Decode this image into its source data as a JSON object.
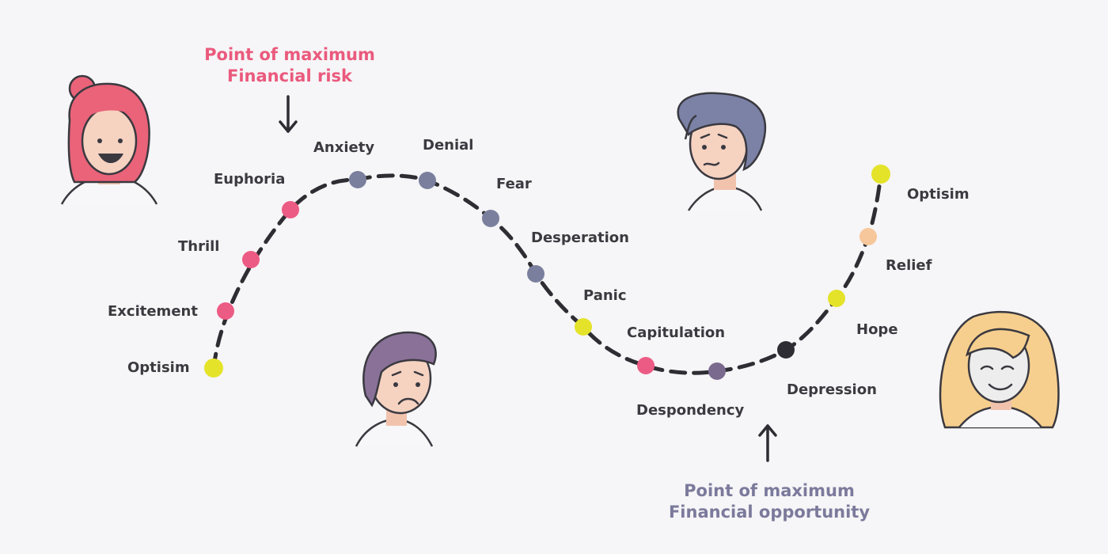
{
  "top_callout": {
    "line1": "Point of maximum",
    "line2": "Financial risk",
    "color": "#ea5a7d"
  },
  "bottom_callout": {
    "line1": "Point of maximum",
    "line2": "Financial opportunity",
    "color": "#7b7a9c"
  },
  "curve_color": "#2e2d33",
  "stages": [
    {
      "label": "Optisim",
      "color": "#e4e32a"
    },
    {
      "label": "Excitement",
      "color": "#ec5b84"
    },
    {
      "label": "Thrill",
      "color": "#ec5b84"
    },
    {
      "label": "Euphoria",
      "color": "#ec5b84"
    },
    {
      "label": "Anxiety",
      "color": "#7a7f9e"
    },
    {
      "label": "Denial",
      "color": "#7a7f9e"
    },
    {
      "label": "Fear",
      "color": "#7a7f9e"
    },
    {
      "label": "Desperation",
      "color": "#7a7f9e"
    },
    {
      "label": "Panic",
      "color": "#e4e32a"
    },
    {
      "label": "Capitulation",
      "color": "#ec5b84"
    },
    {
      "label": "Despondency",
      "color": "#7a6a8e"
    },
    {
      "label": "Depression",
      "color": "#2e2d33"
    },
    {
      "label": "Hope",
      "color": "#e4e32a"
    },
    {
      "label": "Relief",
      "color": "#f6c79a"
    },
    {
      "label": "Optisim",
      "color": "#e4e32a"
    }
  ],
  "characters": [
    {
      "name": "happy-woman",
      "hair": "#ea6379"
    },
    {
      "name": "worried-man",
      "hair": "#7b82a6"
    },
    {
      "name": "sad-person",
      "hair": "#8a7198"
    },
    {
      "name": "calm-woman",
      "hair": "#f6cf8e"
    }
  ]
}
